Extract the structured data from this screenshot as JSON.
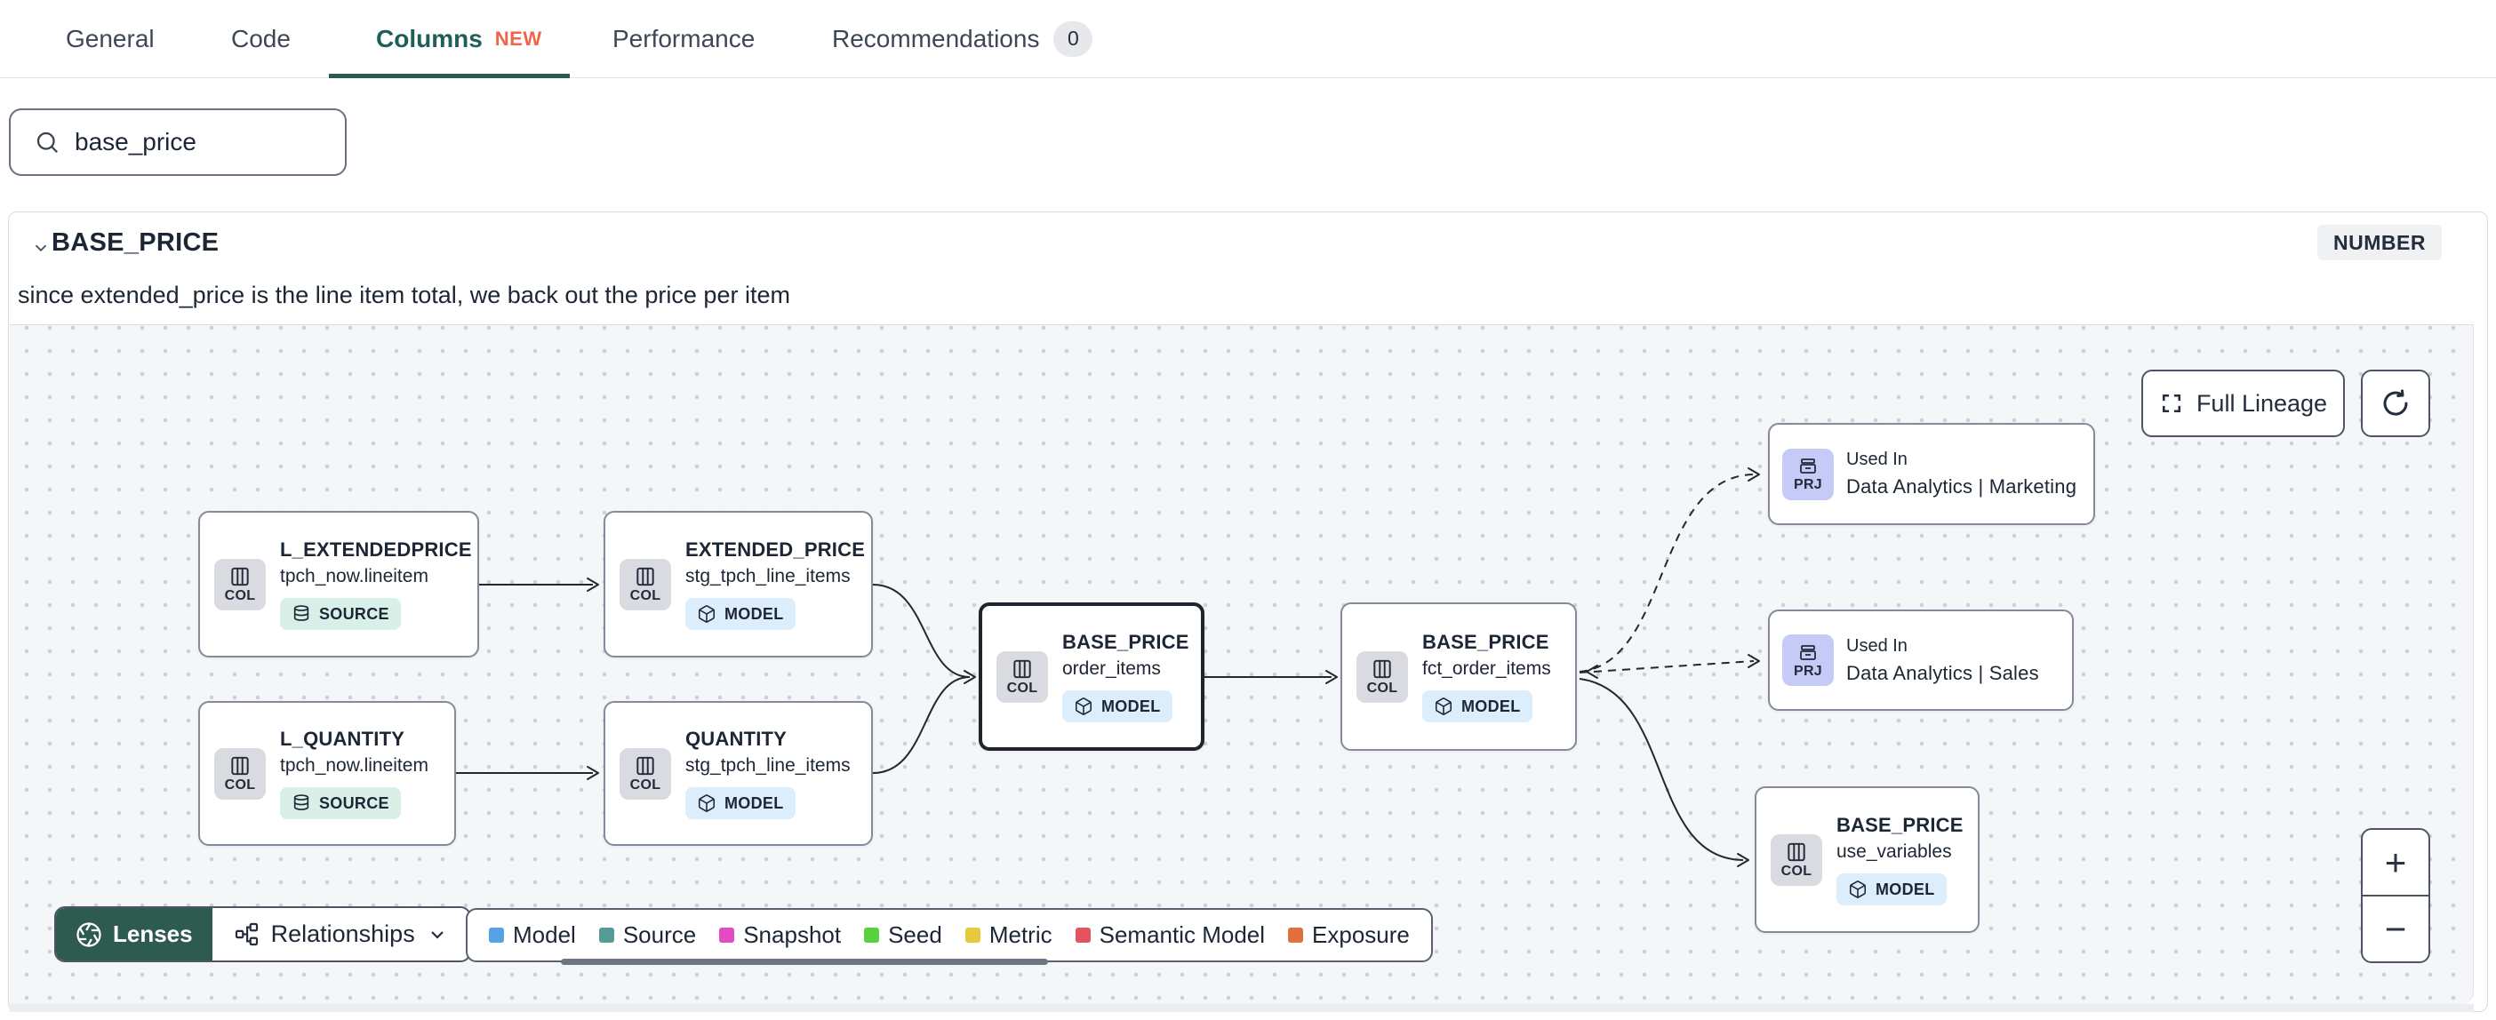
{
  "tabs": [
    {
      "label": "General"
    },
    {
      "label": "Code"
    },
    {
      "label": "Columns",
      "badge": "NEW",
      "badge_kind": "new",
      "active": true
    },
    {
      "label": "Performance"
    },
    {
      "label": "Recommendations",
      "badge": "0",
      "badge_kind": "count"
    }
  ],
  "search": {
    "value": "base_price"
  },
  "column": {
    "name": "BASE_PRICE",
    "data_type": "NUMBER",
    "description": "since extended_price is the line item total, we back out the price per item"
  },
  "lineage": {
    "full_lineage_label": "Full Lineage",
    "zoom_in_label": "+",
    "zoom_out_label": "−",
    "lenses_label": "Lenses",
    "relationships_label": "Relationships",
    "legend": [
      {
        "label": "Model",
        "color": "#57a1e5"
      },
      {
        "label": "Source",
        "color": "#579b97"
      },
      {
        "label": "Snapshot",
        "color": "#e24bc4"
      },
      {
        "label": "Seed",
        "color": "#58d13f"
      },
      {
        "label": "Metric",
        "color": "#e5c93e"
      },
      {
        "label": "Semantic Model",
        "color": "#e55260"
      },
      {
        "label": "Exposure",
        "color": "#e0713e"
      }
    ],
    "nodes": [
      {
        "id": "l-extendedprice",
        "chip": "COL",
        "title": "L_EXTENDEDPRICE",
        "subtitle": "tpch_now.lineitem",
        "badge": {
          "label": "SOURCE",
          "kind": "source"
        }
      },
      {
        "id": "l-quantity",
        "chip": "COL",
        "title": "L_QUANTITY",
        "subtitle": "tpch_now.lineitem",
        "badge": {
          "label": "SOURCE",
          "kind": "source"
        }
      },
      {
        "id": "extended-price",
        "chip": "COL",
        "title": "EXTENDED_PRICE",
        "subtitle": "stg_tpch_line_items",
        "badge": {
          "label": "MODEL",
          "kind": "model"
        }
      },
      {
        "id": "quantity",
        "chip": "COL",
        "title": "QUANTITY",
        "subtitle": "stg_tpch_line_items",
        "badge": {
          "label": "MODEL",
          "kind": "model"
        }
      },
      {
        "id": "base-price-order-items",
        "chip": "COL",
        "title": "BASE_PRICE",
        "subtitle": "order_items",
        "badge": {
          "label": "MODEL",
          "kind": "model"
        },
        "selected": true
      },
      {
        "id": "base-price-fct-order-items",
        "chip": "COL",
        "title": "BASE_PRICE",
        "subtitle": "fct_order_items",
        "badge": {
          "label": "MODEL",
          "kind": "model"
        }
      },
      {
        "id": "used-in-marketing",
        "chip": "PRJ",
        "kind": "project",
        "eyebrow": "Used In",
        "title": "Data Analytics | Marketing"
      },
      {
        "id": "used-in-sales",
        "chip": "PRJ",
        "kind": "project",
        "eyebrow": "Used In",
        "title": "Data Analytics | Sales"
      },
      {
        "id": "base-price-use-variables",
        "chip": "COL",
        "title": "BASE_PRICE",
        "subtitle": "use_variables",
        "badge": {
          "label": "MODEL",
          "kind": "model"
        }
      }
    ]
  }
}
